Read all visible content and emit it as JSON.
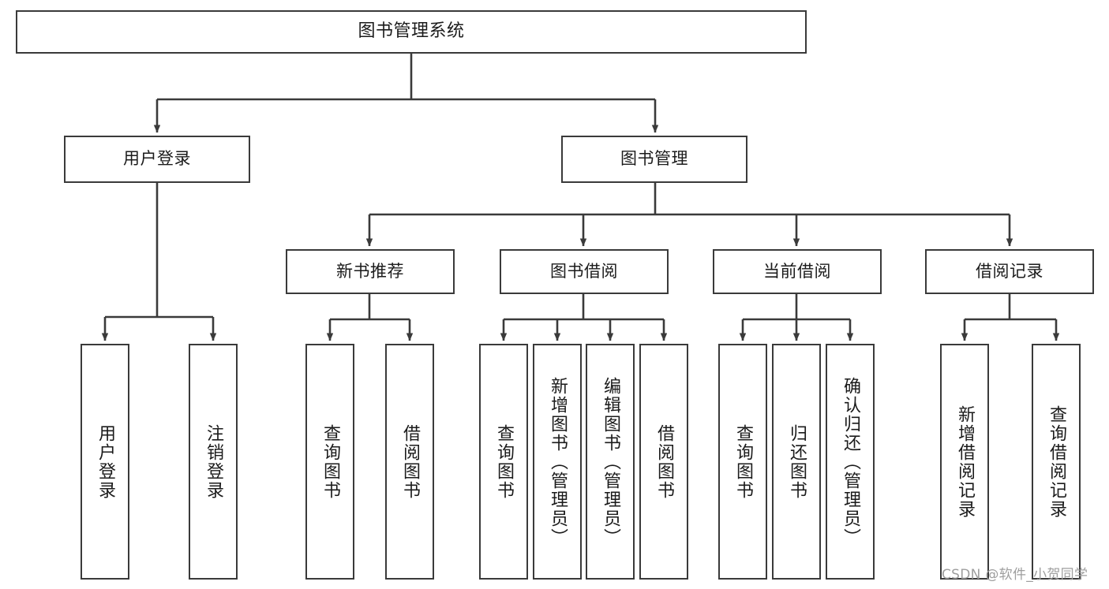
{
  "diagram": {
    "title": "图书管理系统",
    "type": "tree-hierarchy",
    "watermark": "CSDN @软件_小贺同学",
    "colors": {
      "box_border": "#3a3a3a",
      "box_fill": "#ffffff",
      "connector": "#3a3a3a",
      "text": "#1b1b1b",
      "watermark": "#9e9e9e"
    },
    "nodes": {
      "root": {
        "label": "图书管理系统"
      },
      "level2": [
        {
          "id": "user-login",
          "label": "用户登录"
        },
        {
          "id": "book-management",
          "label": "图书管理"
        }
      ],
      "level3": [
        {
          "id": "new-book-recommend",
          "label": "新书推荐"
        },
        {
          "id": "book-borrow",
          "label": "图书借阅"
        },
        {
          "id": "current-borrow",
          "label": "当前借阅"
        },
        {
          "id": "borrow-record",
          "label": "借阅记录"
        }
      ],
      "leaves": {
        "user_login": [
          {
            "id": "leaf-user-login",
            "label": "用户登录"
          },
          {
            "id": "leaf-logout-login",
            "label": "注销登录"
          }
        ],
        "new_book_recommend": [
          {
            "id": "leaf-query-book-1",
            "label": "查询图书"
          },
          {
            "id": "leaf-borrow-book-1",
            "label": "借阅图书"
          }
        ],
        "book_borrow": [
          {
            "id": "leaf-query-book-2",
            "label": "查询图书"
          },
          {
            "id": "leaf-add-book",
            "label": "新增图书（管理员）"
          },
          {
            "id": "leaf-edit-book",
            "label": "编辑图书（管理员）"
          },
          {
            "id": "leaf-borrow-book-2",
            "label": "借阅图书"
          }
        ],
        "current_borrow": [
          {
            "id": "leaf-query-book-3",
            "label": "查询图书"
          },
          {
            "id": "leaf-return-book",
            "label": "归还图书"
          },
          {
            "id": "leaf-confirm-return",
            "label": "确认归还（管理员）"
          }
        ],
        "borrow_record": [
          {
            "id": "leaf-add-record",
            "label": "新增借阅记录"
          },
          {
            "id": "leaf-query-record",
            "label": "查询借阅记录"
          }
        ]
      }
    }
  }
}
